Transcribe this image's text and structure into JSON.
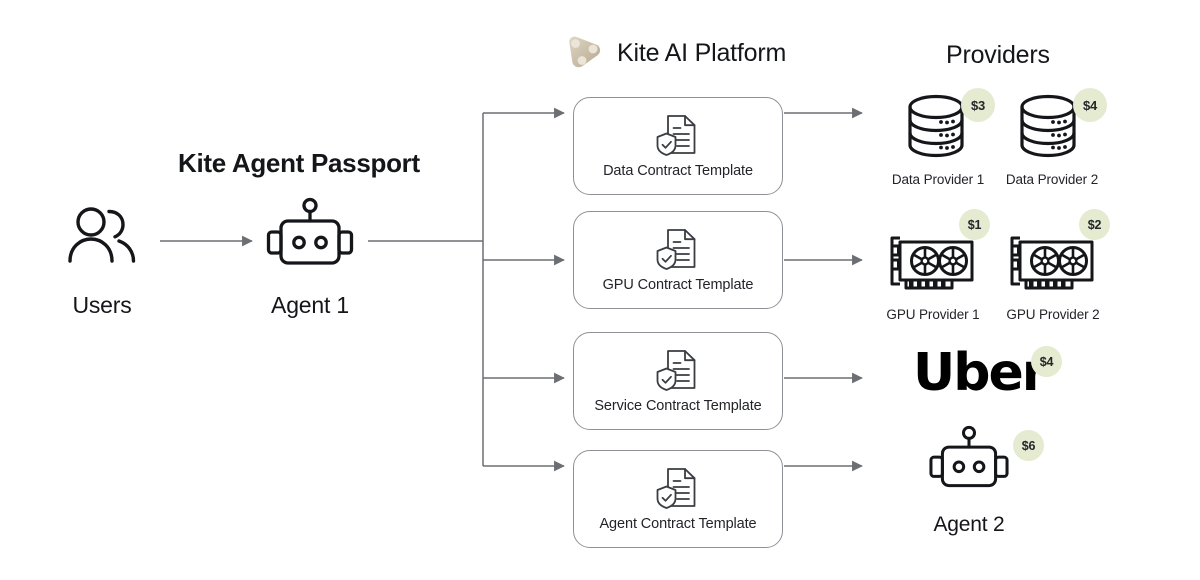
{
  "diagram": {
    "title_left": "Kite Agent Passport",
    "title_center": "Kite AI Platform",
    "title_right": "Providers",
    "colors": {
      "badge_bg": "#e4ebd1",
      "card_border": "#8e9196",
      "arrow": "#6b6e73",
      "ink": "#15161a",
      "logo_tan": "#c9bda6"
    }
  },
  "left": {
    "users": {
      "label": "Users",
      "icon": "users-icon"
    },
    "agent1": {
      "label": "Agent 1",
      "icon": "robot-icon"
    }
  },
  "platform": {
    "logo_icon": "kite-logo-icon",
    "cards": [
      {
        "label": "Data Contract Template",
        "icon": "contract-document-icon"
      },
      {
        "label": "GPU Contract Template",
        "icon": "contract-document-icon"
      },
      {
        "label": "Service Contract Template",
        "icon": "contract-document-icon"
      },
      {
        "label": "Agent Contract Template",
        "icon": "contract-document-icon"
      }
    ]
  },
  "providers": {
    "row_data": [
      {
        "label": "Data Provider 1",
        "price": "$3",
        "icon": "database-icon"
      },
      {
        "label": "Data Provider 2",
        "price": "$4",
        "icon": "database-icon"
      }
    ],
    "row_gpu": [
      {
        "label": "GPU Provider 1",
        "price": "$1",
        "icon": "gpu-card-icon"
      },
      {
        "label": "GPU Provider 2",
        "price": "$2",
        "icon": "gpu-card-icon"
      }
    ],
    "row_service": [
      {
        "label": "Uber",
        "price": "$4",
        "icon": "uber-wordmark"
      }
    ],
    "row_agent": [
      {
        "label": "Agent 2",
        "price": "$6",
        "icon": "robot-icon"
      }
    ]
  }
}
